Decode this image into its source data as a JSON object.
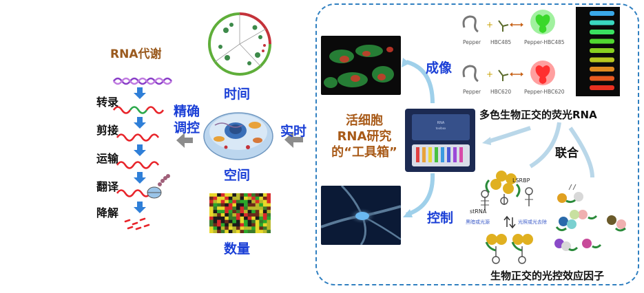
{
  "left": {
    "title": "RNA代谢",
    "steps": [
      "转录",
      "剪接",
      "运输",
      "翻译",
      "降解"
    ],
    "regulation_label": "精确\n调控"
  },
  "middle": {
    "time_label": "时间",
    "space_label": "空间",
    "quantity_label": "数量",
    "realtime_label": "实时"
  },
  "right": {
    "toolbox_title": "活细胞\nRNA研究\n的“工具箱”",
    "imaging_label": "成像",
    "control_label": "控制",
    "combine_label": "联合",
    "fluor_rna_label": "多色生物正交的荧光RNA",
    "optocontrol_label": "生物正交的光控效应因子",
    "pepper_a": {
      "left": "Pepper",
      "mid": "HBC485",
      "right": "Pepper-HBC485"
    },
    "pepper_b": {
      "left": "Pepper",
      "mid": "HBC620",
      "right": "Pepper-HBC620"
    },
    "lsrbp_label": "LSRBP",
    "strna_label": "stRNA",
    "opto_left_text": "黑暗或光源",
    "opto_right_text": "光照或光去除"
  },
  "colors": {
    "blue_text": "#1a3fd6",
    "brown_text": "#a85a18",
    "dashed_border": "#2f7fc0",
    "rna_red": "#e8242a",
    "rna_green": "#2aa84a",
    "rna_purple": "#8a3fc8"
  }
}
